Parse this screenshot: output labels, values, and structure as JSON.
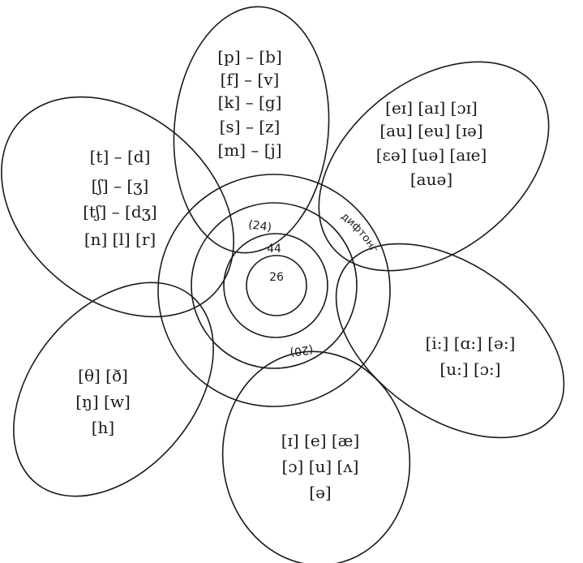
{
  "petals": {
    "top": [
      "[p] – [b]",
      "[f] – [v]",
      "[k] – [g]",
      "[s] – [z]",
      "[m] – [j]"
    ],
    "upper_left": [
      "[t] – [d]",
      "[ʃ] – [ʒ]",
      "[tʃ] – [dʒ]",
      "[n]  [l]  [r]"
    ],
    "upper_right": [
      "[eɪ]  [aɪ]  [ɔɪ]",
      "[au]  [eu]  [ɪə]",
      "[ɛə]  [uə]  [aɪe]",
      "[auə]"
    ],
    "lower_right": [
      "[i:]  [ɑ:]  [ə:]",
      "[u:]  [ɔ:]"
    ],
    "bottom": [
      "[ɪ]  [e]  [æ]",
      "[ɔ]  [u]  [ʌ]",
      "[ə]"
    ],
    "lower_left": [
      "[θ]  [ð]",
      "[ŋ]  [w]",
      "[h]"
    ]
  },
  "rings": {
    "upper_count": "(24)",
    "lower_count": "(20)",
    "middle_count": "44",
    "center_count": "26",
    "diphthong_label": "дифтонг"
  }
}
